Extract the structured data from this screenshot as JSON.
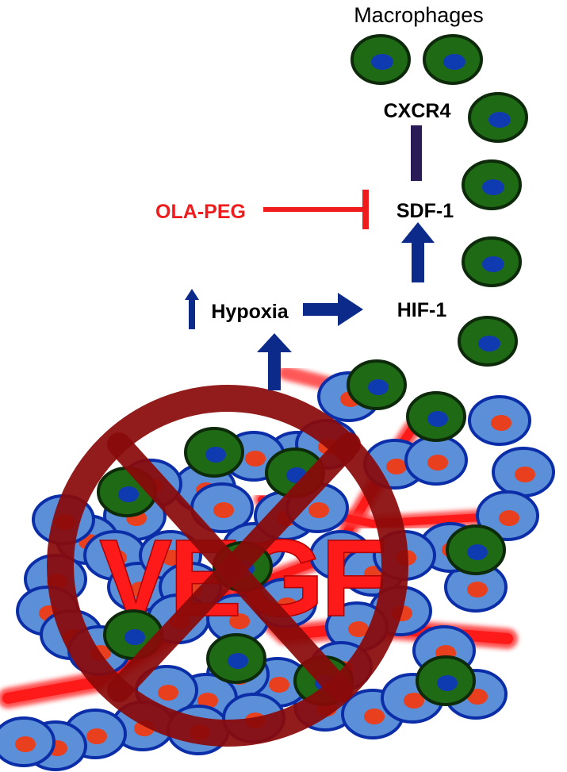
{
  "labels": {
    "macrophages": "Macrophages",
    "cxcr4": "CXCR4",
    "sdf1": "SDF-1",
    "ola_peg": "OLA-PEG",
    "hif1": "HIF-1",
    "hypoxia": "Hypoxia",
    "vegf": "VEGF"
  },
  "colors": {
    "arrow_blue": "#0b2a8a",
    "inhibitor_red": "#ee1c1c",
    "cxcr4_bar": "#2a1a55",
    "macrophage_fill": "#1f6b15",
    "macrophage_outline": "#0d2a0a",
    "macrophage_nucleus": "#0f3bb0",
    "tumor_fill": "#5b8fd8",
    "tumor_outline": "#0b2ea8",
    "tumor_nucleus": "#e8401e",
    "vegf_text": "#ff1a1a",
    "no_symbol": "#8a0a0a",
    "vessel": "#ff1a1a"
  },
  "icons": {
    "arrow": "block-arrow-icon",
    "inhibition": "t-bar-inhibition-icon",
    "prohibition": "no-symbol-icon"
  }
}
